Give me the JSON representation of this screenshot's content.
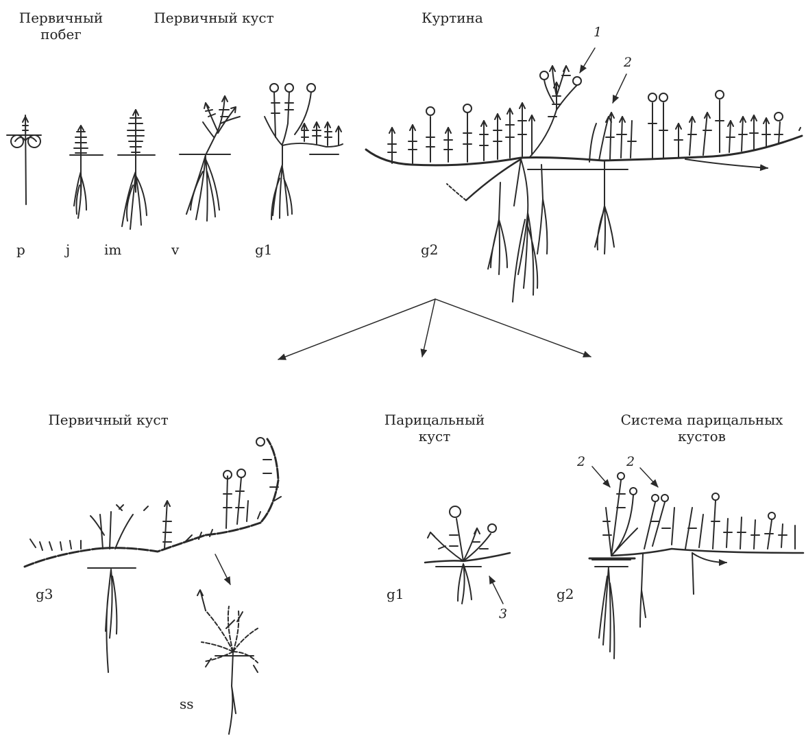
{
  "headings": {
    "primary_shoot": "Первичный\nпобег",
    "primary_bush_top": "Первичный куст",
    "kurtina": "Куртина",
    "primary_bush_bottom": "Первичный куст",
    "parietal_bush": "Парицальный\nкуст",
    "parietal_system": "Система парицальных\nкустов"
  },
  "stages": {
    "p": "p",
    "j": "j",
    "im": "im",
    "v": "v",
    "g1_top": "g1",
    "g2_top": "g2",
    "g3": "g3",
    "ss": "ss",
    "g1_bottom": "g1",
    "g2_bottom": "g2"
  },
  "markers": {
    "m1": "1",
    "m2_top": "2",
    "m2_left": "2",
    "m2_right": "2",
    "m3": "3"
  }
}
